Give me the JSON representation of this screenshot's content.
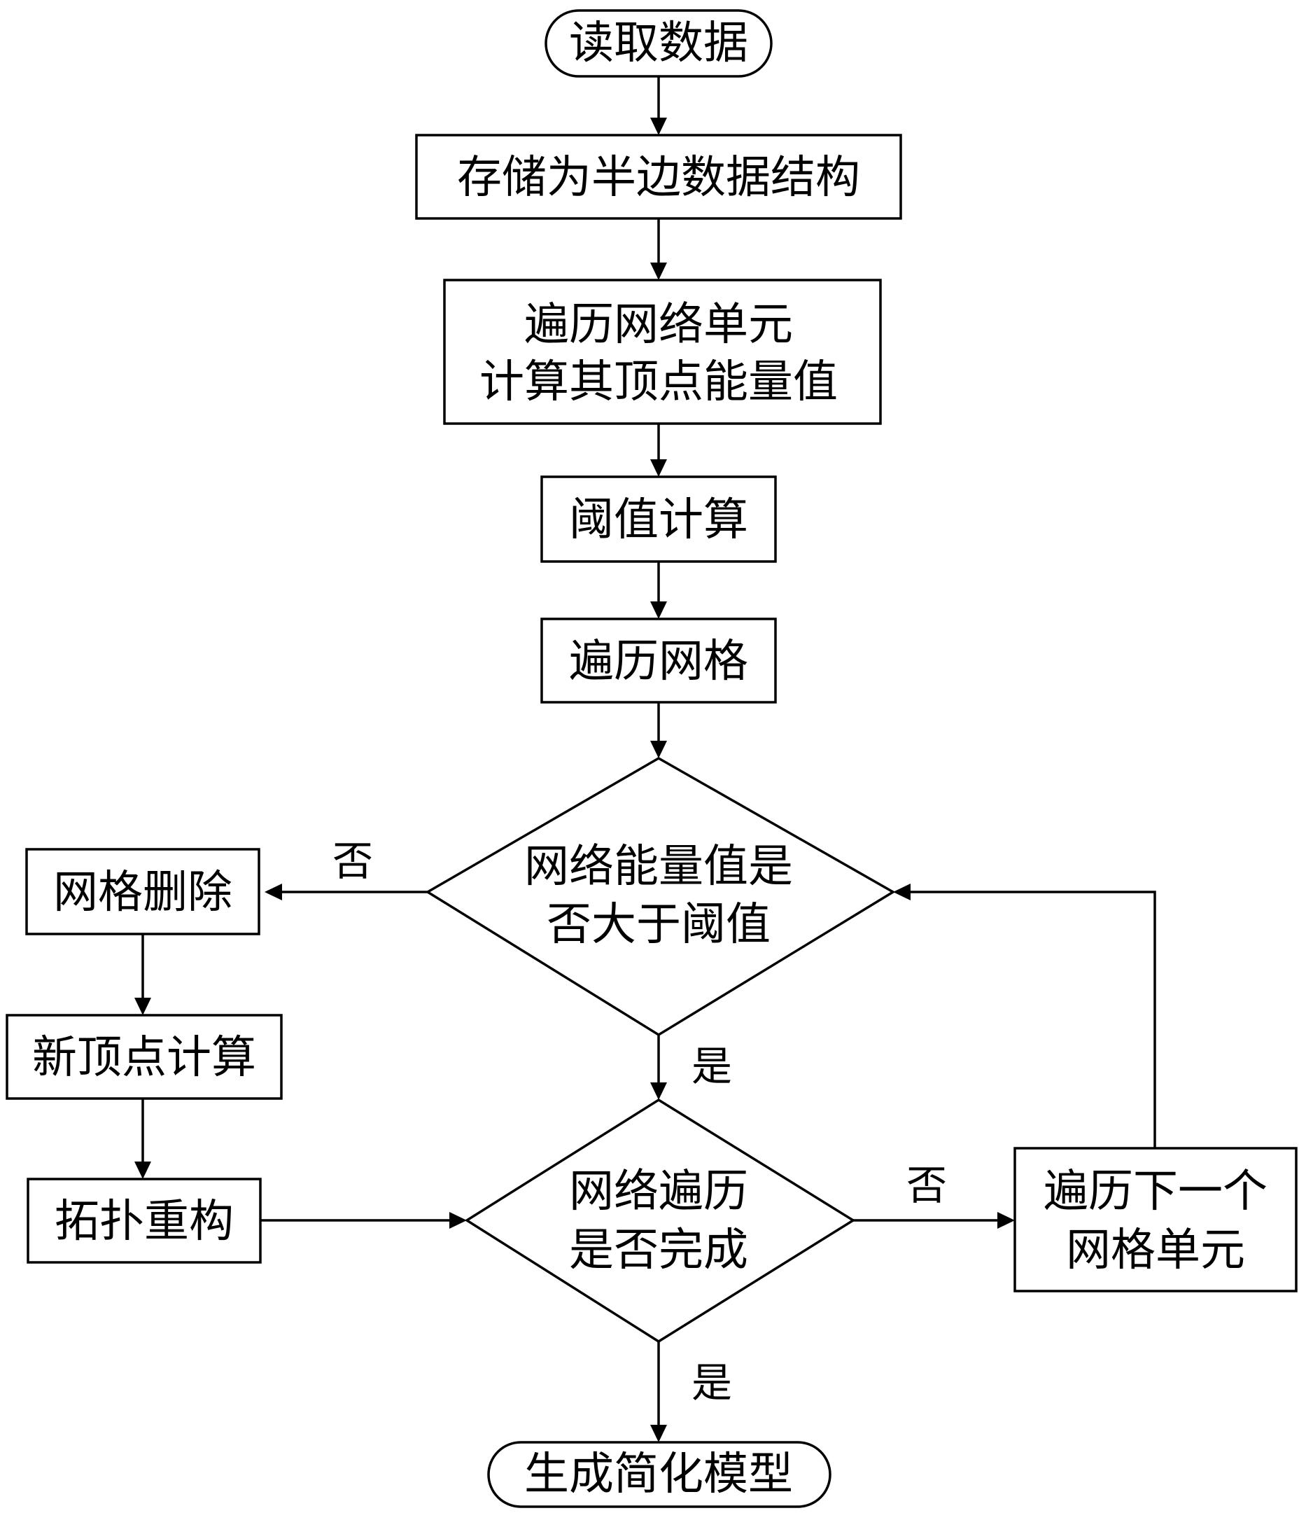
{
  "nodes": {
    "read_data": "读取数据",
    "store_half_edge": "存储为半边数据结构",
    "traverse_compute": [
      "遍历网络单元",
      "计算其顶点能量值"
    ],
    "threshold_calc": "阈值计算",
    "traverse_mesh": "遍历网格",
    "energy_decision": [
      "网络能量值是",
      "否大于阈值"
    ],
    "mesh_delete": "网格删除",
    "new_vertex_calc": "新顶点计算",
    "topology_rebuild": "拓扑重构",
    "complete_decision": [
      "网络遍历",
      "是否完成"
    ],
    "next_cell": [
      "遍历下一个",
      "网格单元"
    ],
    "generate_model": "生成简化模型"
  },
  "edge_labels": {
    "energy_no": "否",
    "energy_yes": "是",
    "complete_no": "否",
    "complete_yes": "是"
  }
}
